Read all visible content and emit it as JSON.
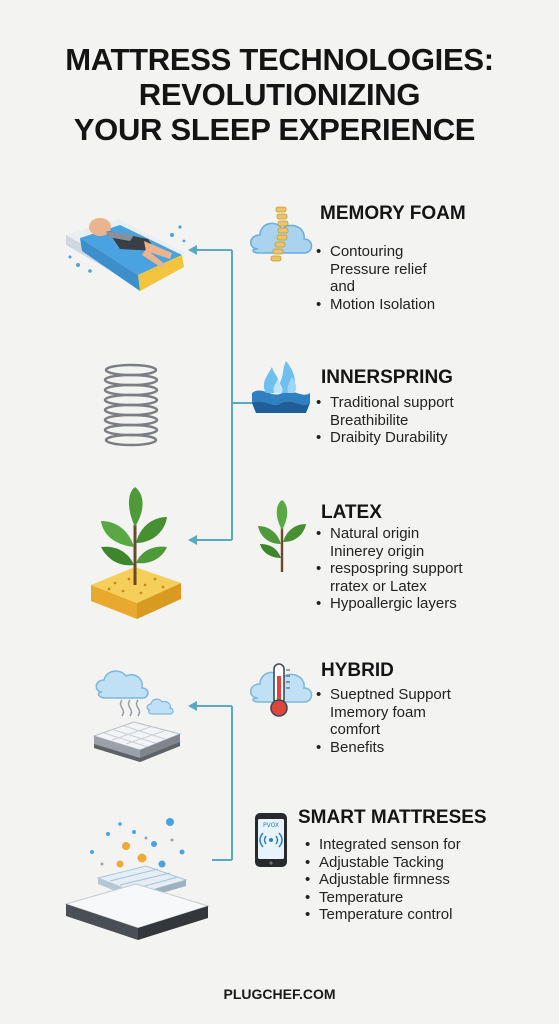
{
  "title_lines": [
    "MATTRESS TECHNOLOGIES:",
    "REVOLUTIONIZING",
    "YOUR SLEEP EXPERIENCE"
  ],
  "sections": [
    {
      "title": "MEMORY FOAM",
      "lines": [
        {
          "text": "Contouring",
          "bullet": true
        },
        {
          "text": "Pressure relief",
          "bullet": false
        },
        {
          "text": "and",
          "bullet": false
        },
        {
          "text": "Motion Isolation",
          "bullet": true
        }
      ]
    },
    {
      "title": "INNERSPRING",
      "lines": [
        {
          "text": "Traditional support",
          "bullet": true
        },
        {
          "text": "Breathibilite",
          "bullet": false
        },
        {
          "text": "Draibity Durability",
          "bullet": true
        }
      ]
    },
    {
      "title": "LATEX",
      "lines": [
        {
          "text": "Natural origin",
          "bullet": true
        },
        {
          "text": "Ininerey origin",
          "bullet": false
        },
        {
          "text": "respospring support",
          "bullet": true
        },
        {
          "text": "rratex or Latex",
          "bullet": false
        },
        {
          "text": "Hypoallergic layers",
          "bullet": true
        }
      ]
    },
    {
      "title": "HYBRID",
      "lines": [
        {
          "text": "Sueptned Support",
          "bullet": true
        },
        {
          "text": "Imemory foam",
          "bullet": false
        },
        {
          "text": "comfort",
          "bullet": false
        },
        {
          "text": "Benefits",
          "bullet": true
        }
      ]
    },
    {
      "title": "SMART MATTRESES",
      "lines": [
        {
          "text": "Integrated senson for",
          "bullet": true
        },
        {
          "text": "Adjustable Tacking",
          "bullet": true
        },
        {
          "text": "Adjustable firmness",
          "bullet": true
        },
        {
          "text": "Temperature",
          "bullet": true
        },
        {
          "text": "Temperature control",
          "bullet": true
        }
      ]
    }
  ],
  "phone_screen_text": "PVOX",
  "footer": "PLUGCHEF.COM",
  "colors": {
    "connector": "#5aa9c4",
    "foam_blue": "#4aa3e0",
    "foam_yellow": "#f2c53d",
    "leaf_green": "#4e9a3a",
    "latex_yellow": "#f0b93a",
    "cloud_blue": "#a9d3ef"
  }
}
